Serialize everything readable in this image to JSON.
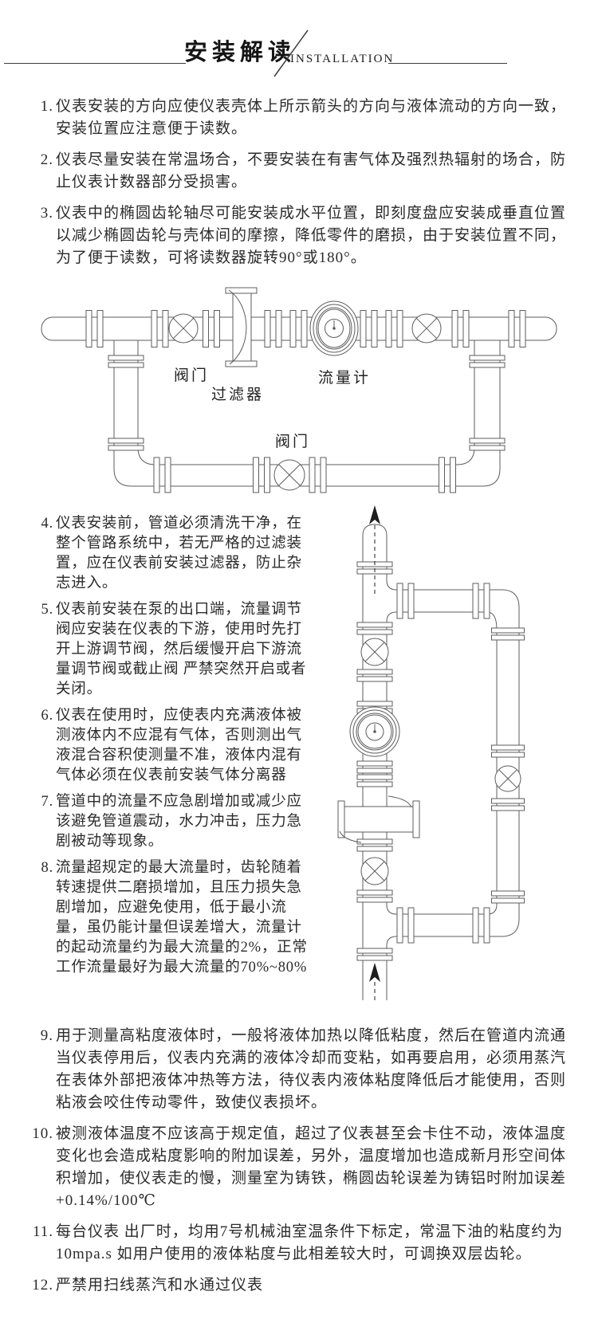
{
  "meta": {
    "bg": "#ffffff",
    "ink": "#2b2b2b",
    "line_color": "#5d5d5d"
  },
  "header": {
    "title_cn": "安装解读",
    "title_en": "INSTALLATION"
  },
  "items_top": [
    {
      "num": "1.",
      "text": "仪表安装的方向应使仪表壳体上所示箭头的方向与液体流动的方向一致，安装位置应注意便于读数。"
    },
    {
      "num": "2.",
      "text": "仪表尽量安装在常温场合，不要安装在有害气体及强烈热辐射的场合，防止仪表计数器部分受损害。"
    },
    {
      "num": "3.",
      "text": "仪表中的椭圆齿轮轴尽可能安装成水平位置，即刻度盘应安装成垂直位置以减少椭圆齿轮与壳体间的摩擦，降低零件的磨损，由于安装位置不同，为了便于读数，可将读数器旋转90°或180°。"
    }
  ],
  "diagram1": {
    "label_valve_top": "阀门",
    "label_filter": "过滤器",
    "label_flowmeter": "流量计",
    "label_valve_bottom": "阀门"
  },
  "items_left": [
    {
      "num": "4.",
      "text": "仪表安装前，管道必须清洗干净，在整个管路系统中，若无严格的过滤装置，应在仪表前安装过滤器，防止杂志进入。"
    },
    {
      "num": "5.",
      "text": "仪表前安装在泵的出口端，流量调节阀应安装在仪表的下游，使用时先打开上游调节阀，然后缓慢开启下游流量调节阀或截止阀 严禁突然开启或者关闭。"
    },
    {
      "num": "6.",
      "text": "仪表在使用时，应使表内充满液体被测液体内不应混有气体，否则测出气液混合容积使测量不准，液体内混有气体必须在仪表前安装气体分离器"
    },
    {
      "num": "7.",
      "text": "管道中的流量不应急剧增加或减少应该避免管道震动，水力冲击，压力急剧被动等现象。"
    },
    {
      "num": "8.",
      "text": "流量超规定的最大流量时，齿轮随着转速提供二磨损增加，且压力损失急剧增加，应避免使用，低于最小流量，虽仍能计量但误差增大，流量计的起动流量约为最大流量的2%，正常工作流量最好为最大流量的70%~80%"
    }
  ],
  "items_bottom": [
    {
      "num": "9.",
      "text": "用于测量高粘度液体时，一般将液体加热以降低粘度，然后在管道内流通当仪表停用后，仪表内充满的液体冷却而变粘，如再要启用，必须用蒸汽在表体外部把液体冲热等方法，待仪表内液体粘度降低后才能使用，否则粘液会咬住传动零件，致使仪表损坏。"
    },
    {
      "num": "10.",
      "text": "被测液体温度不应该高于规定值，超过了仪表甚至会卡住不动，液体温度变化也会造成粘度影响的附加误差，另外，温度增加也造成新月形空间体积增加，使仪表走的慢，测量室为铸铁，椭圆齿轮误差为铸铝时附加误差+0.14%/100℃"
    },
    {
      "num": "11.",
      "text": "每台仪表 出厂时，均用7号机械油室温条件下标定，常温下油的粘度约为10mpa.s 如用户使用的液体粘度与此相差较大时，可调换双层齿轮。"
    },
    {
      "num": "12.",
      "text": "严禁用扫线蒸汽和水通过仪表"
    }
  ]
}
